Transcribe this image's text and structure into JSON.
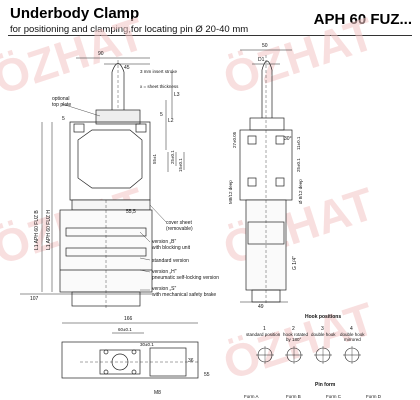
{
  "header": {
    "title": "Underbody Clamp",
    "code": "APH 60 FUZ...",
    "subtitle": "for positioning and clamping,for locating pin Ø 20-40 mm"
  },
  "watermark": "ÖZHAT",
  "front_view": {
    "dims": [
      "90",
      "45",
      "5",
      "L1",
      "L2",
      "L3",
      "5",
      "55,5",
      "107"
    ],
    "side_dims": [
      "55±1",
      "25±0.1",
      "15±0.1",
      "L1 APH 60 FUZ H",
      "L1 APH 60 FUZ B",
      "3 mm insert stroke",
      "x = sheet thickness"
    ],
    "callouts": {
      "top_plate": "optional\ntop plate",
      "cover_sheet": "cover sheet\n(removable)",
      "version_b": "version „B\"\nwith blocking unit",
      "standard": "standard version",
      "version_h": "version „H\"\npneumatic self-locking version",
      "version_s": "version „S\"\nwith mechanical safety brake"
    }
  },
  "side_view": {
    "dims": [
      "50",
      "D1",
      "27±0.05",
      "30°",
      "11±0.1",
      "25±0.1",
      "M8/12 deep",
      "Ø 8/12 deep",
      "G 1/4\"",
      "49"
    ]
  },
  "top_view": {
    "dims": [
      "166",
      "60±0.1",
      "30±0.1",
      "55",
      "36",
      "M8"
    ]
  },
  "hook_positions": {
    "title": "Hook positions",
    "items": [
      {
        "num": "1",
        "label": "standard position"
      },
      {
        "num": "2",
        "label": "hook rotated\nby 180°"
      },
      {
        "num": "3",
        "label": "double hook"
      },
      {
        "num": "4",
        "label": "double hook\nmirrored"
      }
    ]
  },
  "pin_form": {
    "title": "Pin form",
    "items": [
      "Form A",
      "Form B",
      "Form C",
      "Form D"
    ]
  }
}
